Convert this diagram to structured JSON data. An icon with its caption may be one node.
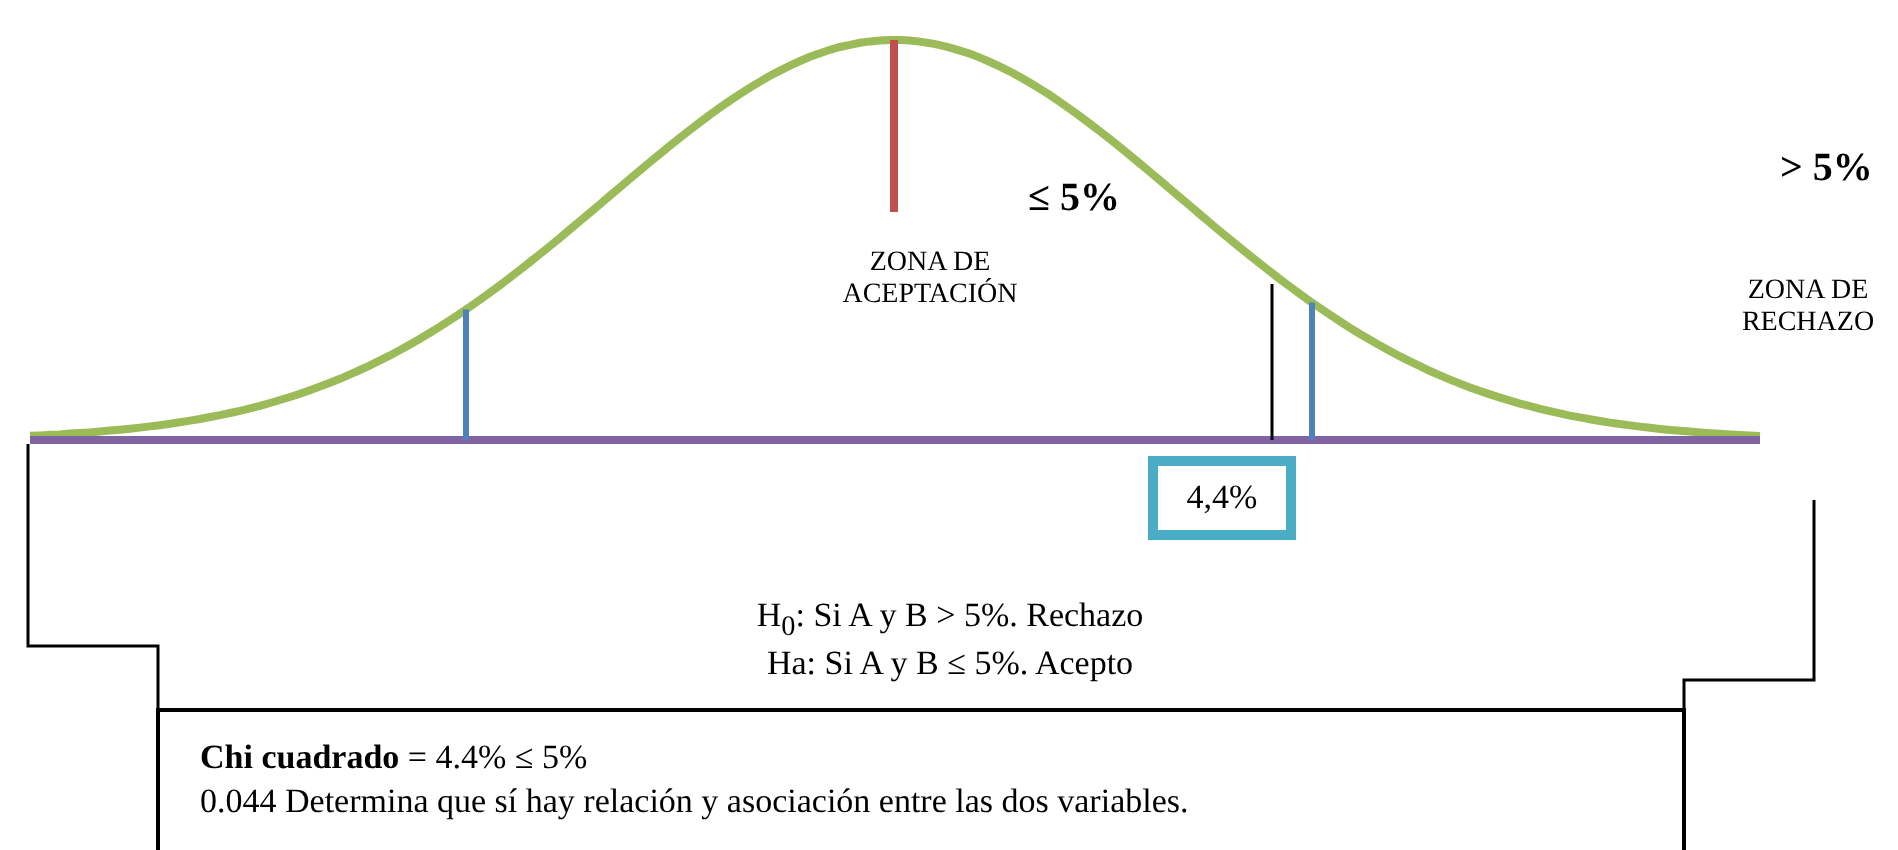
{
  "diagram": {
    "nodes": [
      {
        "text": [
          "4,4%"
        ]
      },
      {
        "text": [
          "**Chi cuadrado** = 4.4% ≤ 5%",
          "0.044 Determina que sí hay relación y asociación entre las dos variables."
        ]
      }
    ],
    "labels": [
      "≤ 5%",
      "> 5%",
      "ZONA DE ACEPTACIÓN",
      "ZONA DE RECHAZO",
      "H$_{0}$: Si A y B > 5%. Rechazo",
      "Ha: Si A y B ≤ 5%. Acepto"
    ]
  }
}
